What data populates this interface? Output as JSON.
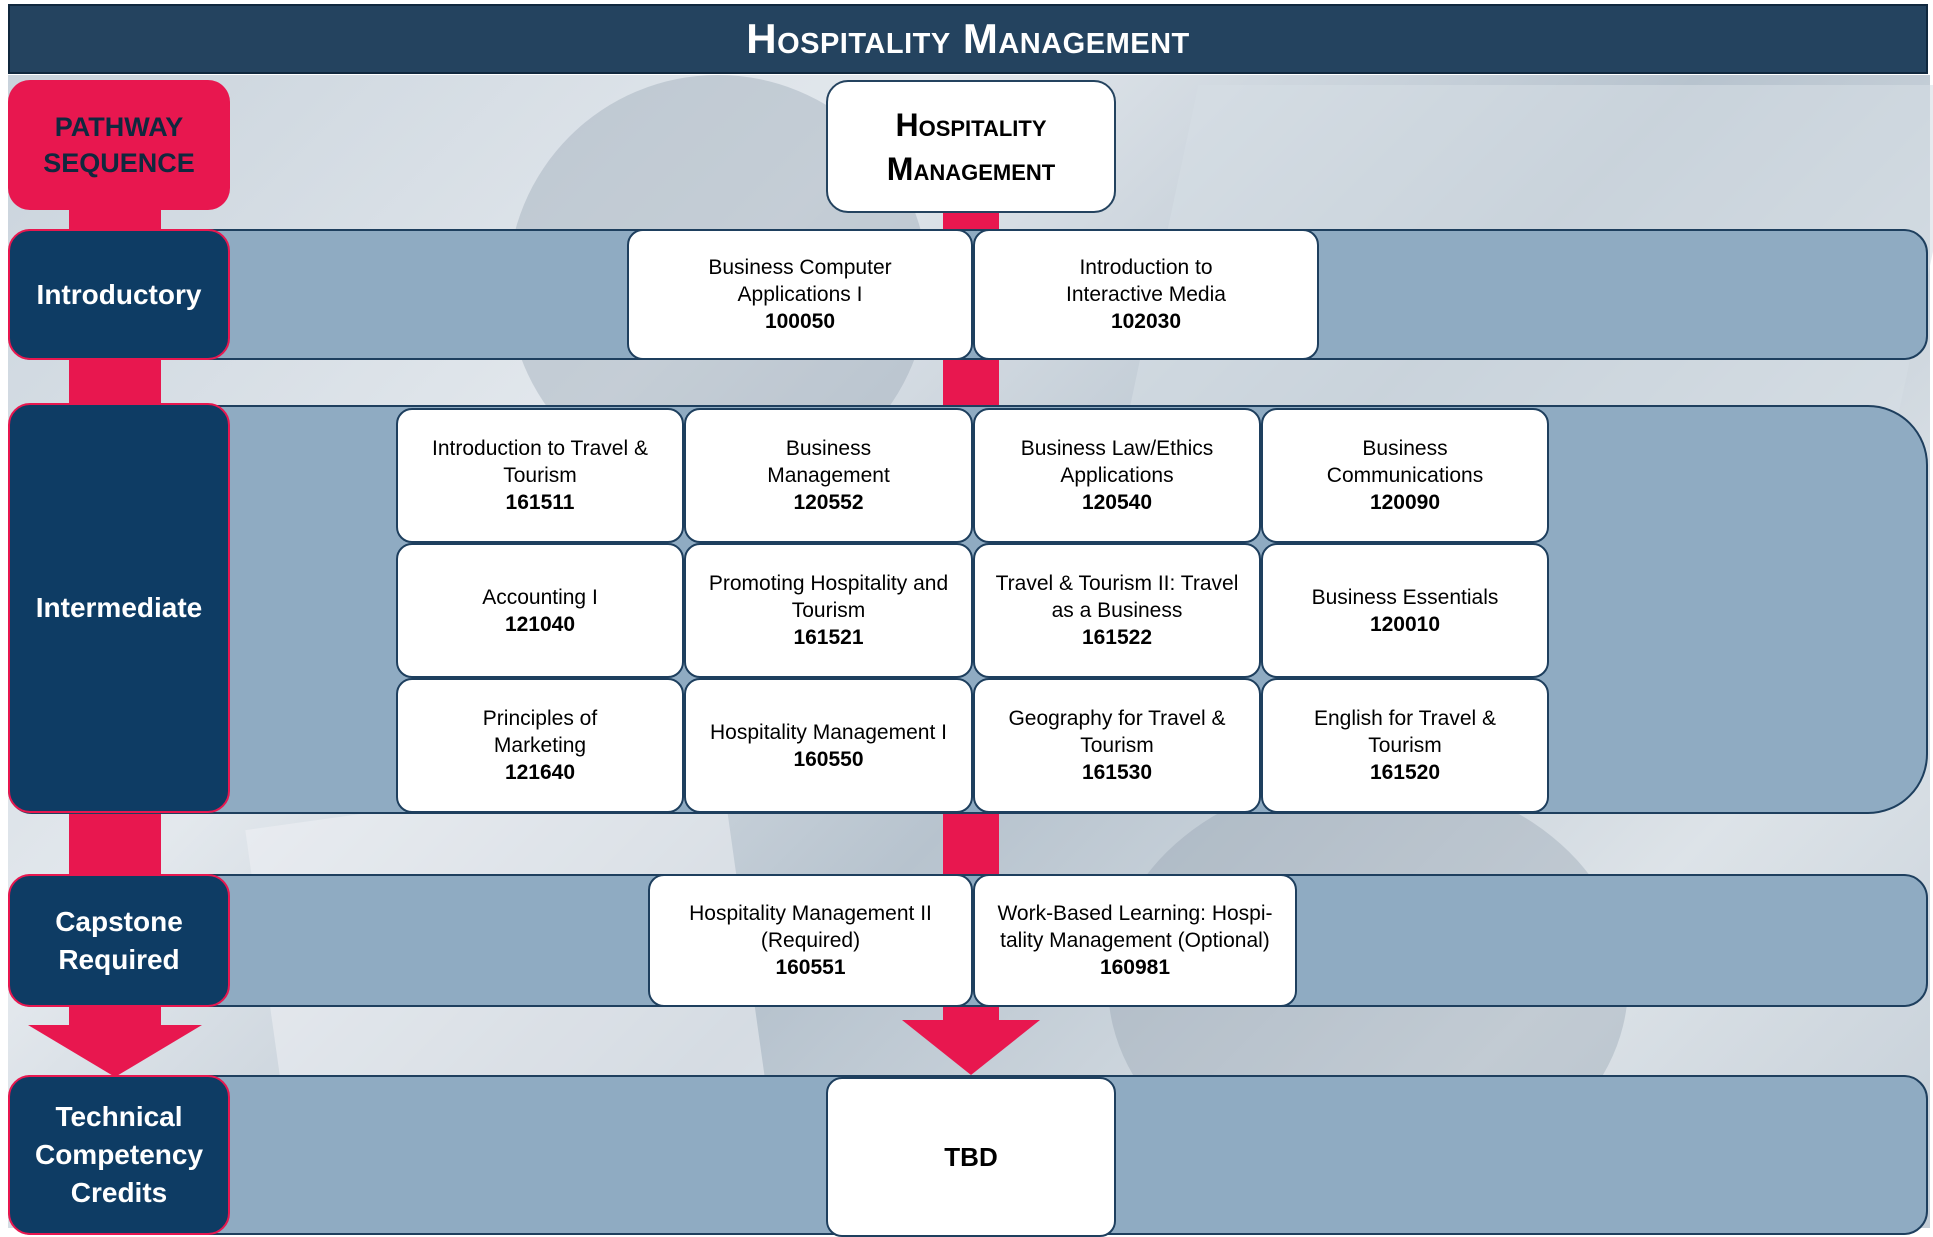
{
  "title": "Hospitality Management",
  "pathway_label": "PATHWAY\nSEQUENCE",
  "program_title": "Hospitality\nManagement",
  "colors": {
    "title_bar": "#24435f",
    "accent": "#e8174f",
    "band": "#8fabc2",
    "label": "#0e3c64"
  },
  "levels": {
    "introductory": {
      "label": "Introductory",
      "courses": [
        {
          "name": "Business Computer\nApplications I",
          "code": "100050"
        },
        {
          "name": "Introduction to\nInteractive Media",
          "code": "102030"
        }
      ]
    },
    "intermediate": {
      "label": "Intermediate",
      "courses": [
        {
          "name": "Introduction to Travel &\nTourism",
          "code": "161511"
        },
        {
          "name": "Business\nManagement",
          "code": "120552"
        },
        {
          "name": "Business Law/Ethics\nApplications",
          "code": "120540"
        },
        {
          "name": "Business\nCommunications",
          "code": "120090"
        },
        {
          "name": "Accounting I",
          "code": "121040"
        },
        {
          "name": "Promoting Hospitality and\nTourism",
          "code": "161521"
        },
        {
          "name": "Travel & Tourism II: Travel\nas a Business",
          "code": "161522"
        },
        {
          "name": "Business Essentials",
          "code": "120010"
        },
        {
          "name": "Principles of\nMarketing",
          "code": "121640"
        },
        {
          "name": "Hospitality Management I",
          "code": "160550"
        },
        {
          "name": "Geography for Travel &\nTourism",
          "code": "161530"
        },
        {
          "name": "English for Travel &\nTourism",
          "code": "161520"
        }
      ]
    },
    "capstone": {
      "label": "Capstone\nRequired",
      "courses": [
        {
          "name": "Hospitality Management II\n(Required)",
          "code": "160551"
        },
        {
          "name": "Work-Based Learning: Hospi-\ntality Management (Optional)",
          "code": "160981"
        }
      ]
    },
    "technical": {
      "label": "Technical\nCompetency\nCredits",
      "value": "TBD"
    }
  }
}
